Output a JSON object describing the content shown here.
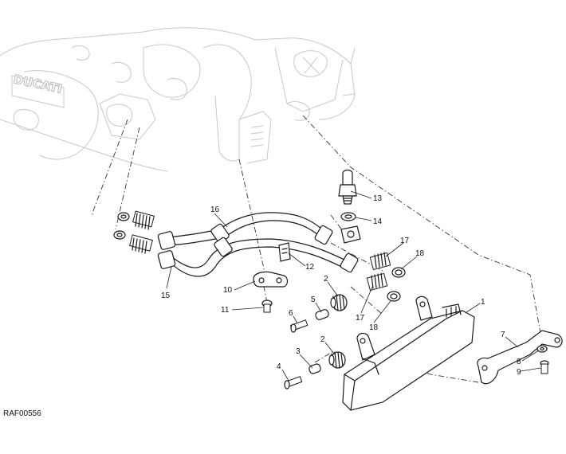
{
  "diagram": {
    "reference_code": "RAF00556",
    "engine_logo_text": "DUCATI",
    "part_labels": {
      "p1": "1",
      "p2a": "2",
      "p2b": "2",
      "p3": "3",
      "p4": "4",
      "p5": "5",
      "p6": "6",
      "p7": "7",
      "p8": "8",
      "p9": "9",
      "p10": "10",
      "p11": "11",
      "p12": "12",
      "p13": "13",
      "p14": "14",
      "p15": "15",
      "p16": "16",
      "p17a": "17",
      "p17b": "17",
      "p18a": "18",
      "p18b": "18"
    }
  }
}
